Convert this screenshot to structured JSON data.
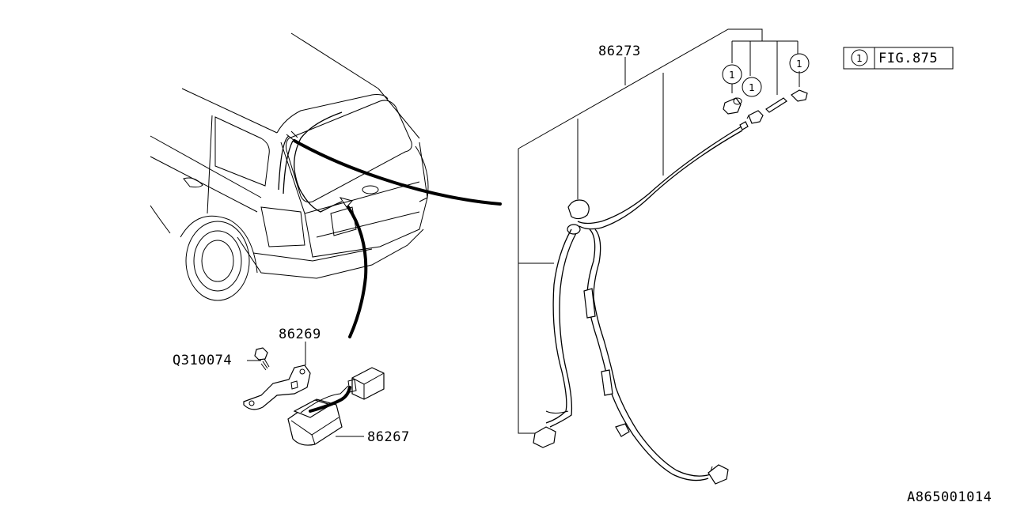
{
  "parts": {
    "p86273": "86273",
    "p86269": "86269",
    "q310074": "Q310074",
    "p86267": "86267"
  },
  "reference": {
    "circle_mark": "1",
    "fig_label": "FIG.875"
  },
  "callouts": [
    "1",
    "1",
    "1"
  ],
  "diagram_id": "A865001014"
}
